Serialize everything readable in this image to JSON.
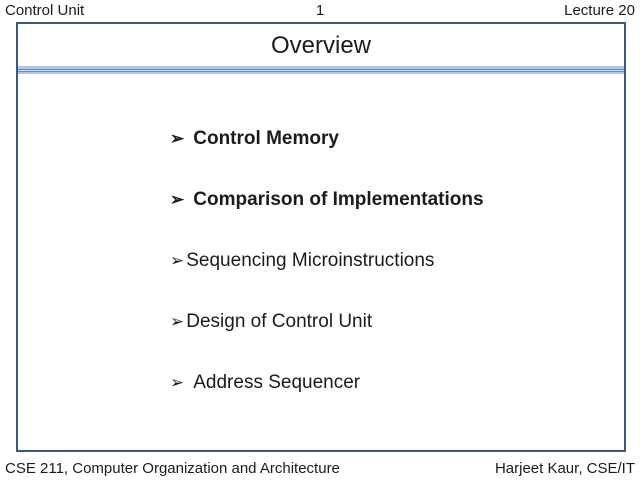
{
  "header": {
    "left": "Control Unit",
    "page_number": "1",
    "right": "Lecture 20"
  },
  "slide": {
    "title": "Overview",
    "bullets": [
      {
        "marker": "➢",
        "label": "Control Memory"
      },
      {
        "marker": "➢",
        "label": "Comparison of Implementations"
      },
      {
        "marker": "➢",
        "label": "Sequencing Microinstructions"
      },
      {
        "marker": "➢",
        "label": "Design of Control Unit"
      },
      {
        "marker": "➢",
        "label": "Address Sequencer"
      }
    ]
  },
  "footer": {
    "left": "CSE 211, Computer Organization and Architecture",
    "right": "Harjeet Kaur, CSE/IT"
  },
  "colors": {
    "border": "#3a587e",
    "line-light": "#aec6e8",
    "line-dark": "#6a8cbf",
    "line-pale": "#cfdcf1",
    "text": "#1b1b1b"
  }
}
